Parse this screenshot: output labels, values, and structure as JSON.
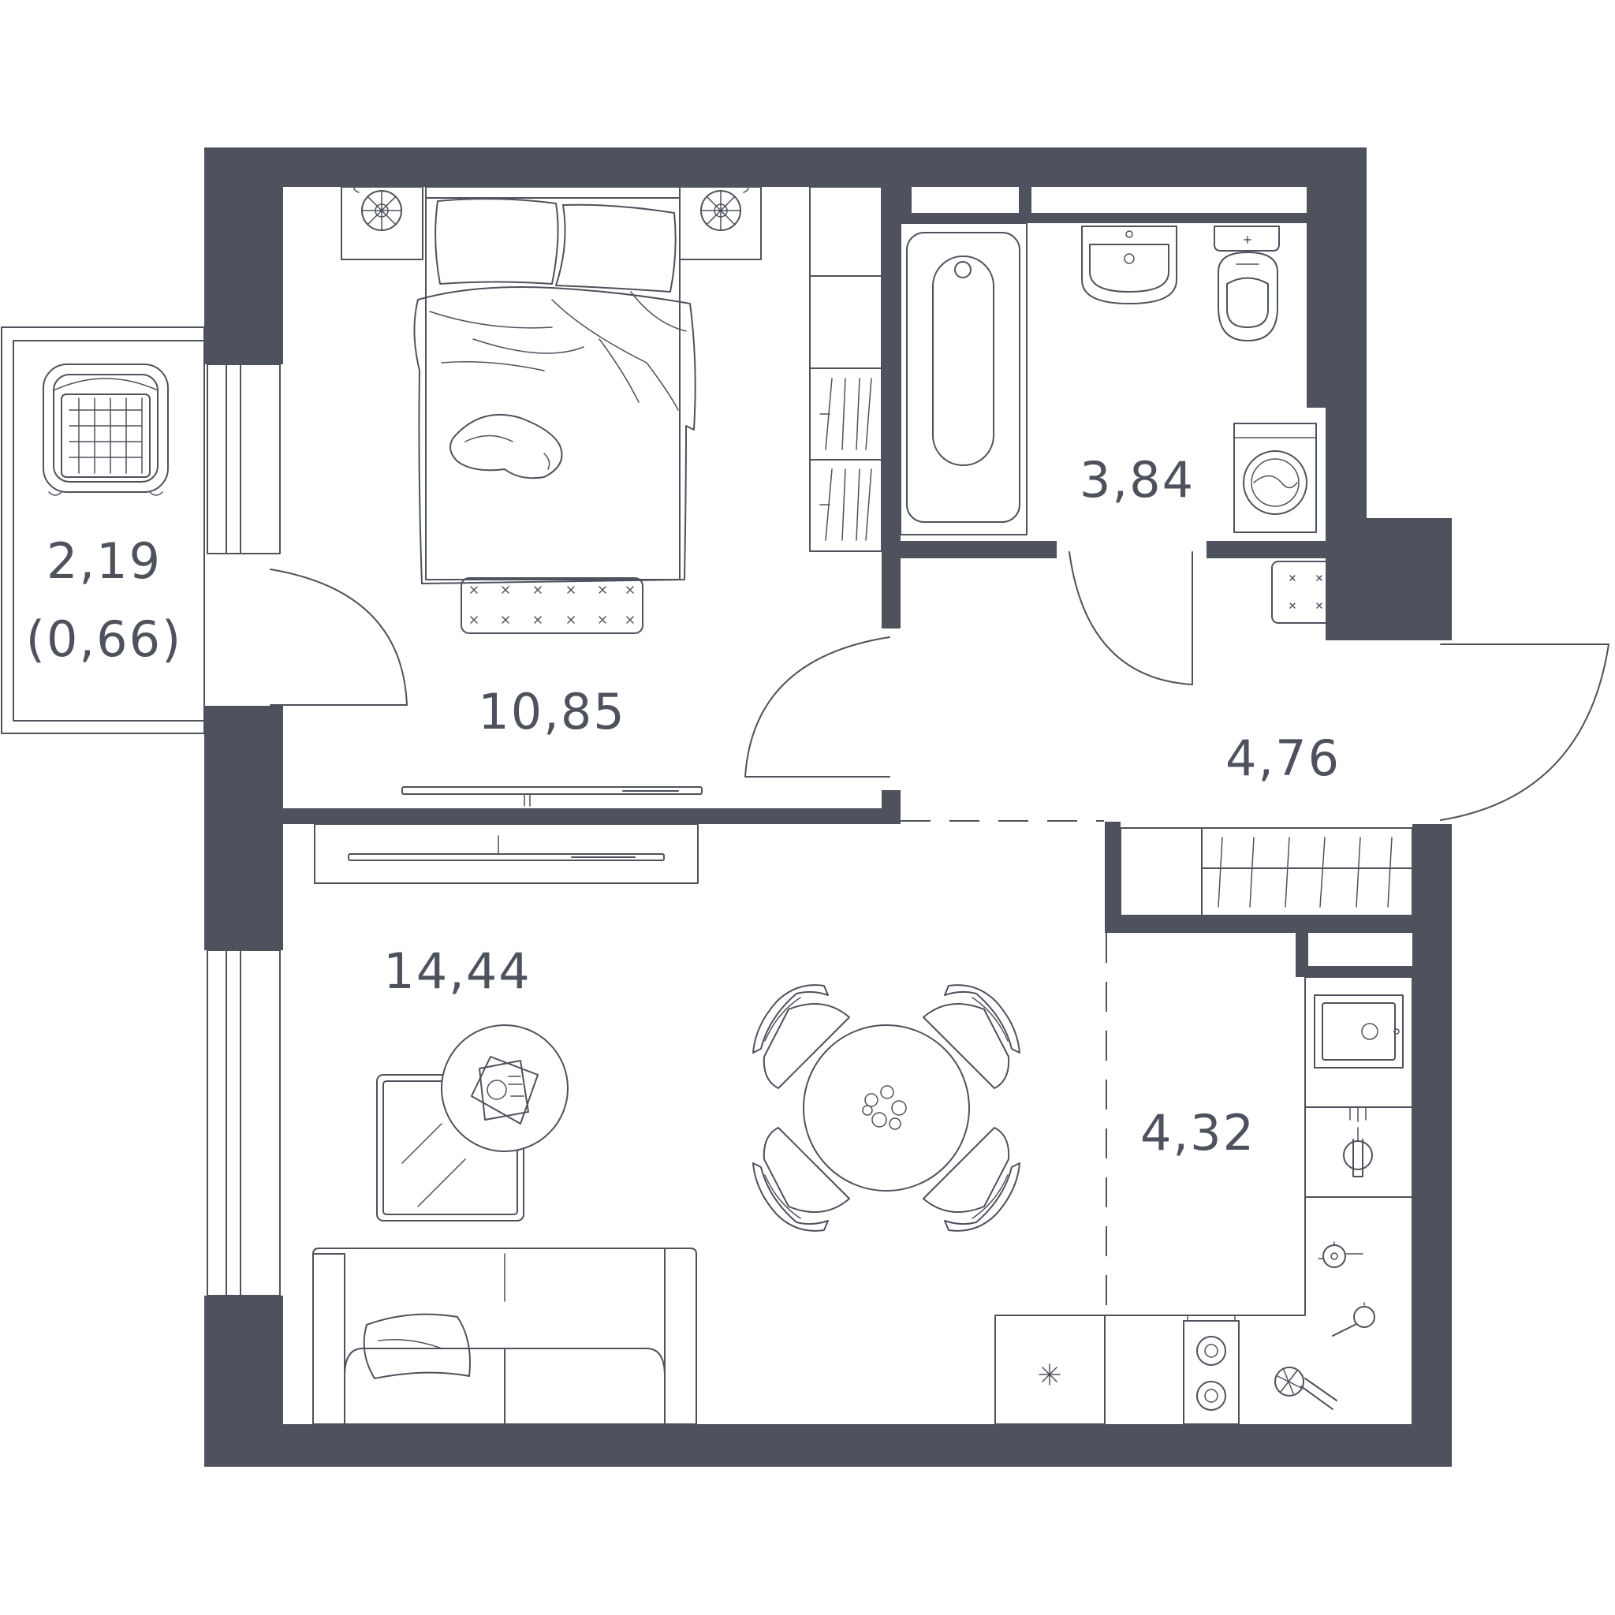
{
  "plan": {
    "rooms": [
      {
        "id": "balcony",
        "label": "2,19",
        "sublabel": "(0,66)"
      },
      {
        "id": "bedroom",
        "label": "10,85"
      },
      {
        "id": "bathroom",
        "label": "3,84"
      },
      {
        "id": "hallway",
        "label": "4,76"
      },
      {
        "id": "living-room",
        "label": "14,44"
      },
      {
        "id": "kitchen",
        "label": "4,32"
      }
    ],
    "colors": {
      "wall": "#4e525c",
      "background": "#ffffff"
    }
  }
}
